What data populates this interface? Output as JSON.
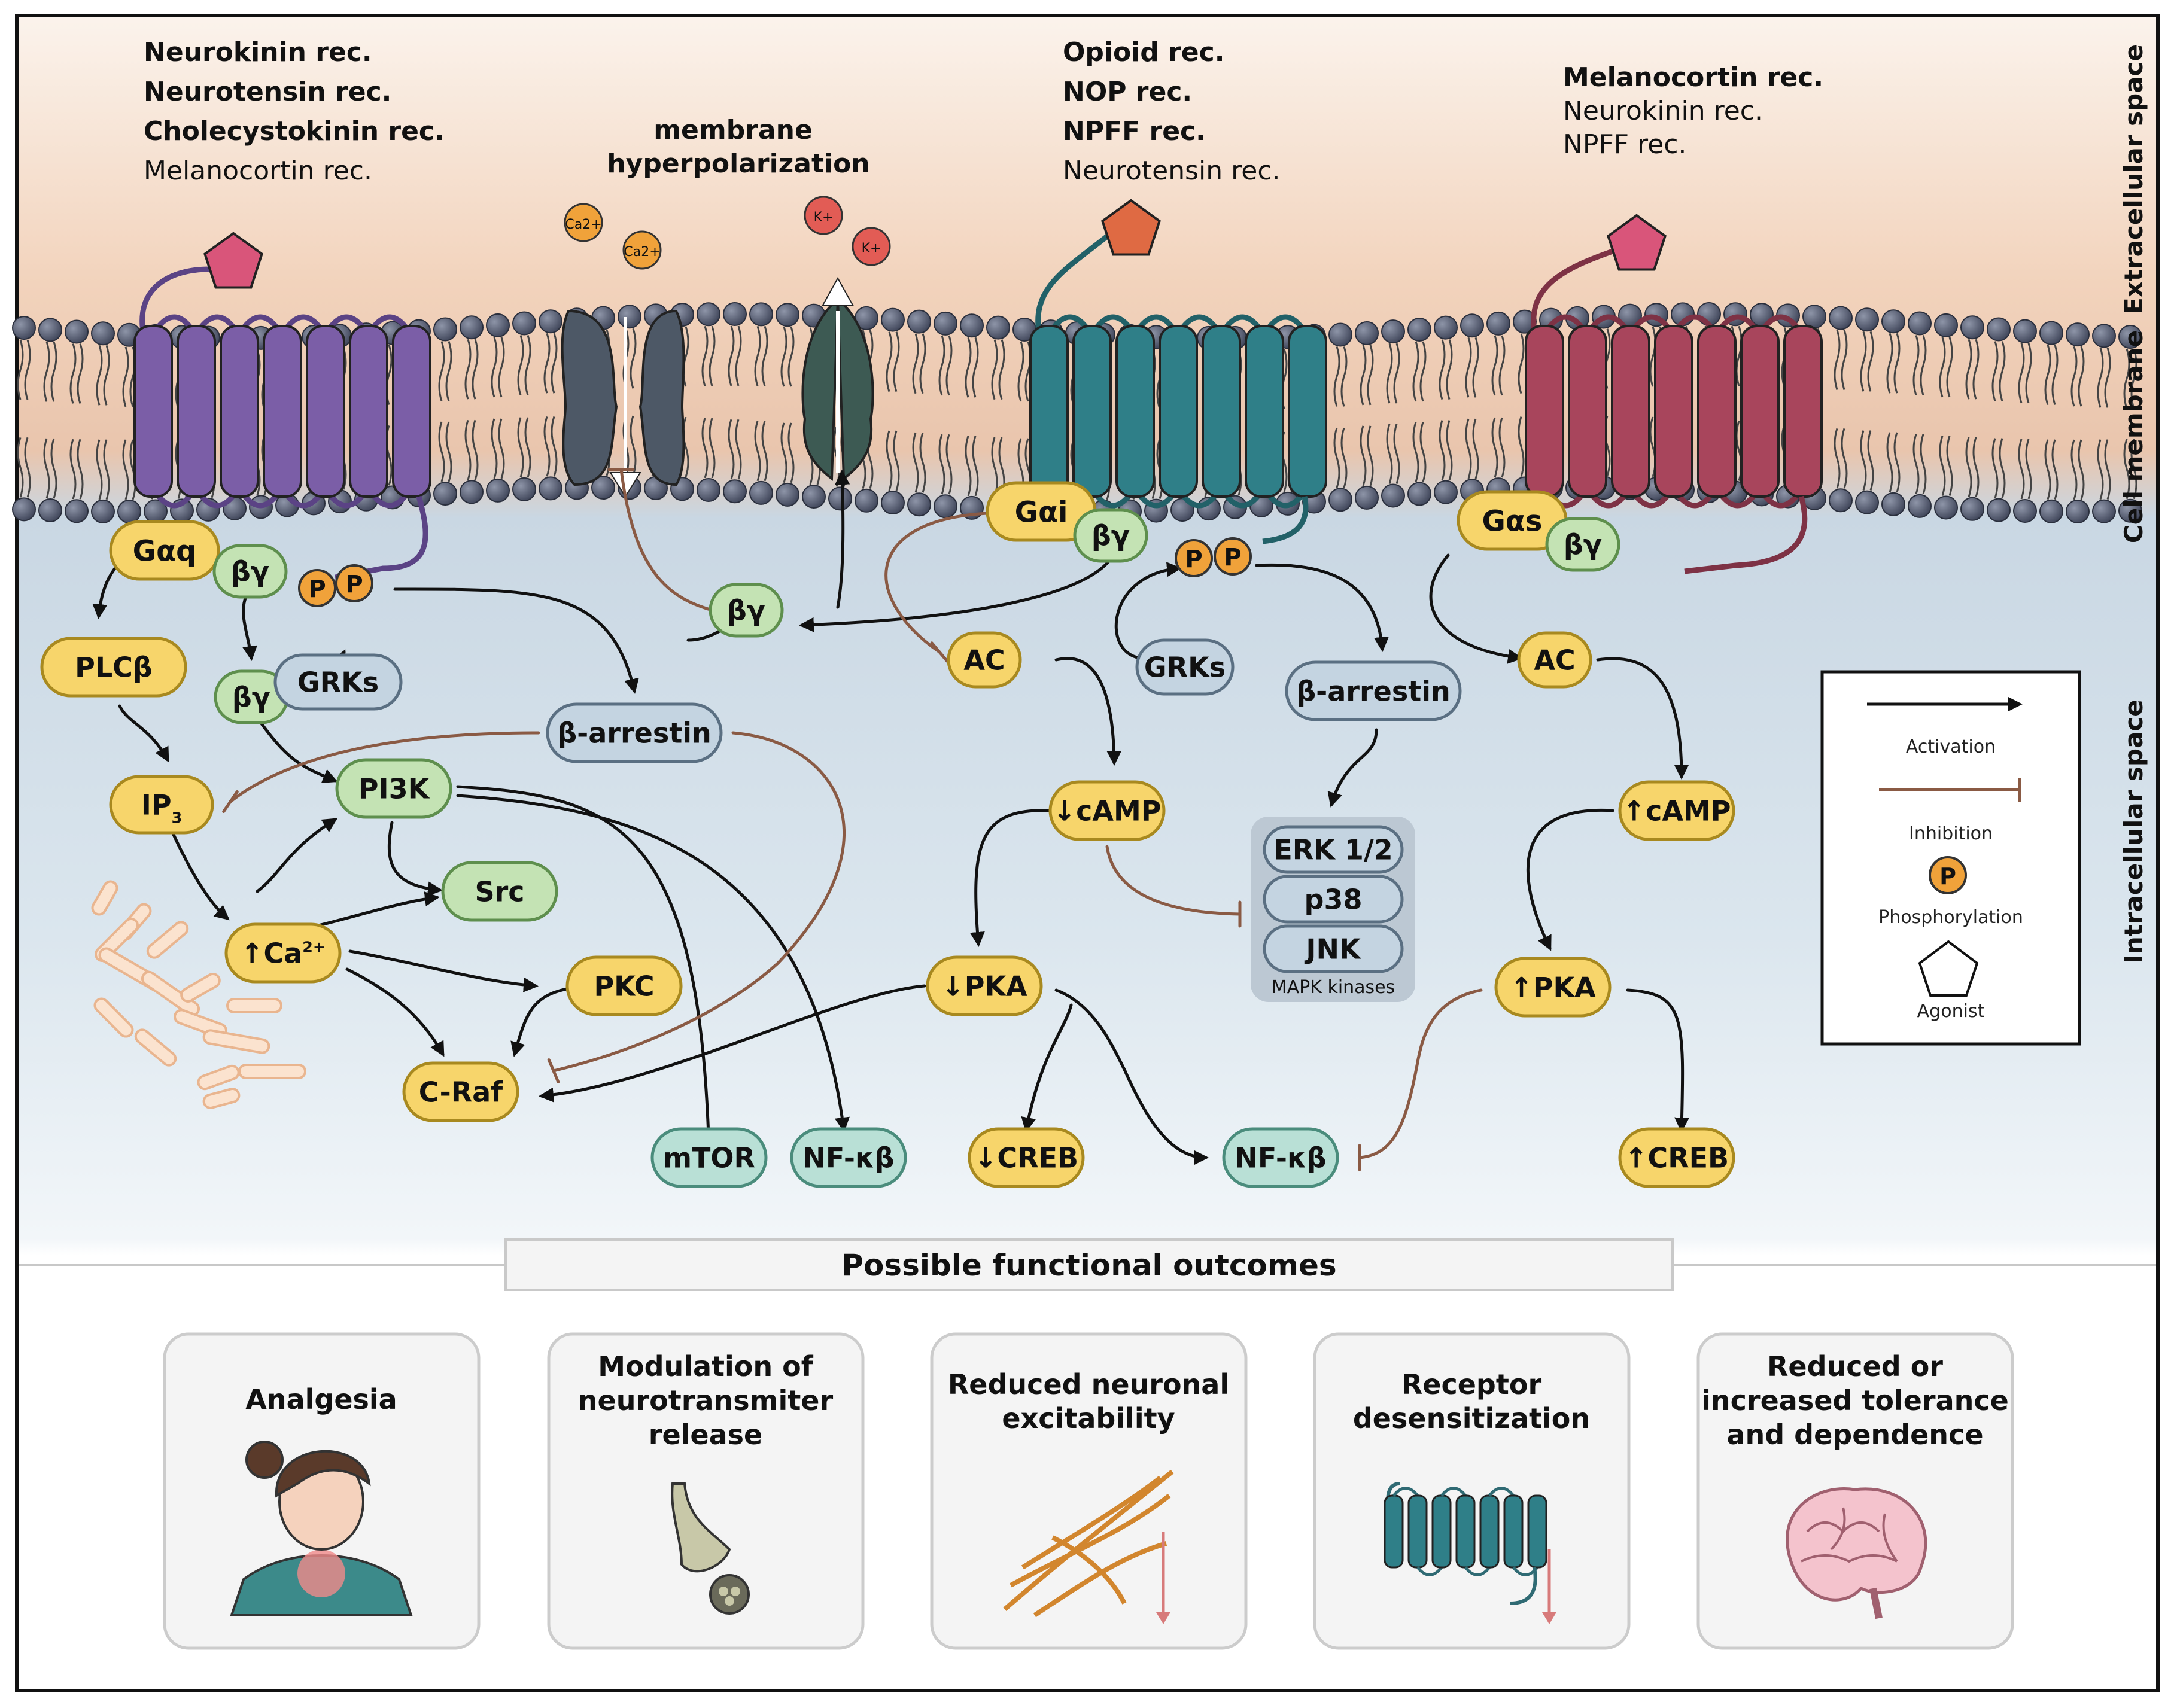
{
  "receptor_groups": {
    "left": {
      "bold": [
        "Neurokinin rec.",
        "Neurotensin rec.",
        "Cholecystokinin rec."
      ],
      "normal": [
        "Melanocortin rec."
      ]
    },
    "middle": {
      "bold": [
        "Opioid rec.",
        "NOP rec.",
        "NPFF rec."
      ],
      "normal": [
        "Neurotensin rec."
      ]
    },
    "right": {
      "bold": [
        "Melanocortin rec."
      ],
      "normal": [
        "Neurokinin rec.",
        "NPFF rec."
      ]
    }
  },
  "hyperpolarization_label": [
    "membrane",
    "hyperpolarization"
  ],
  "ions": {
    "calcium": "Ca2+",
    "potassium": "K+"
  },
  "side_labels": {
    "extracellular": "Extracellular space",
    "membrane": "Cell membrane",
    "intracellular": "Intracellular space"
  },
  "nodes": {
    "gaq": "Gαq",
    "by1": "βγ",
    "by2": "βγ",
    "by3": "βγ",
    "by4": "βγ",
    "by5": "βγ",
    "p": "P",
    "plcb": "PLCβ",
    "grks1": "GRKs",
    "grks2": "GRKs",
    "ip3": "IP",
    "ip3_sub": "3",
    "pi3k": "PI3K",
    "barr1": "β-arrestin",
    "barr2": "β-arrestin",
    "src": "Src",
    "ca": "↑Ca",
    "ca_sup": "2+",
    "pkc": "PKC",
    "craf": "C-Raf",
    "mtor": "mTOR",
    "nfkb1": "NF-κβ",
    "nfkb2": "NF-κβ",
    "gai": "Gαi",
    "ac1": "AC",
    "camp_down": "↓cAMP",
    "pka_down": "↓PKA",
    "creb_down": "↓CREB",
    "erk": "ERK 1/2",
    "p38": "p38",
    "jnk": "JNK",
    "mapk": "MAPK kinases",
    "gas": "Gαs",
    "ac2": "AC",
    "camp_up": "↑cAMP",
    "pka_up": "↑PKA",
    "creb_up": "↑CREB"
  },
  "legend": {
    "activation": "Activation",
    "inhibition": "Inhibition",
    "phosphorylation": "Phosphorylation",
    "agonist": "Agonist",
    "p_symbol": "P"
  },
  "outcomes_title": "Possible functional outcomes",
  "outcomes": [
    {
      "lines": [
        "Analgesia"
      ]
    },
    {
      "lines": [
        "Modulation of",
        "neurotransmiter",
        "release"
      ]
    },
    {
      "lines": [
        "Reduced neuronal",
        "excitability"
      ]
    },
    {
      "lines": [
        "Receptor",
        "desensitization"
      ]
    },
    {
      "lines": [
        "Reduced or",
        "increased tolerance",
        "and dependence"
      ]
    }
  ],
  "colors": {
    "yellow": "#f7d56b",
    "green": "#c4e3b4",
    "blue_gray": "#c4d4e1",
    "teal": "#b9e0d6",
    "orange_p": "#f0a23a",
    "receptor_purple": "#7b5ea7",
    "receptor_teal": "#2f7f88",
    "receptor_red": "#a8455c",
    "agonist_pink": "#d9557a",
    "agonist_orange": "#df6a43",
    "activation": "#111111",
    "inhibition": "#8a5a44"
  }
}
